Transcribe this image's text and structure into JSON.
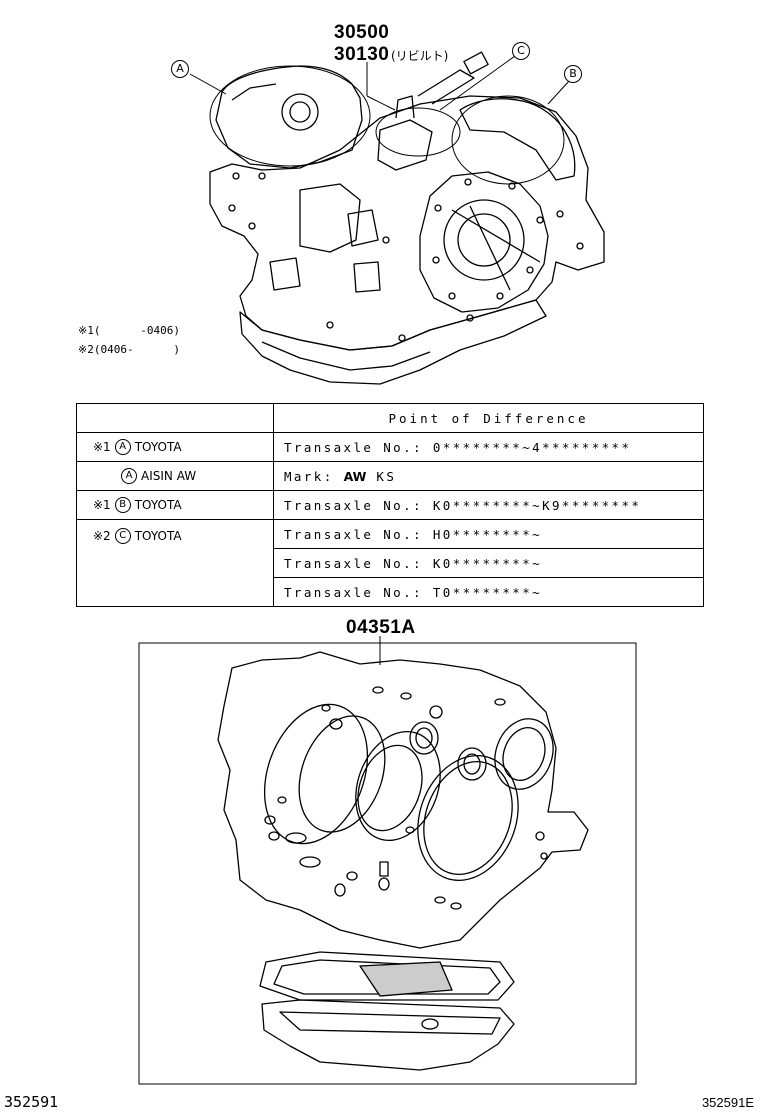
{
  "parts": {
    "main_part": "30500",
    "rebuilt_part": "30130",
    "rebuilt_label": "(リビルト)",
    "gasket_kit": "04351A"
  },
  "callouts": {
    "a": "A",
    "b": "B",
    "c": "C"
  },
  "notes": [
    {
      "mark": "※1",
      "range": "(      -0406)"
    },
    {
      "mark": "※2",
      "range": "(0406-      )"
    }
  ],
  "table": {
    "header": "Point of Difference",
    "rows": [
      {
        "mark": "※1",
        "circle": "A",
        "maker": "TOYOTA",
        "value": "Transaxle No.: 0********~4*********"
      },
      {
        "mark": "",
        "circle": "A",
        "maker": "AISIN AW",
        "value_prefix": "Mark: ",
        "value_logo": "AW",
        "value_suffix": " KS"
      },
      {
        "mark": "※1",
        "circle": "B",
        "maker": "TOYOTA",
        "value": "Transaxle No.: K0********~K9********"
      },
      {
        "mark": "※2",
        "circle": "C",
        "maker": "TOYOTA",
        "values": [
          "Transaxle No.: H0********~",
          "Transaxle No.: K0********~",
          "Transaxle No.: T0********~"
        ]
      }
    ]
  },
  "footer": {
    "left": "352591",
    "right": "352591E"
  }
}
